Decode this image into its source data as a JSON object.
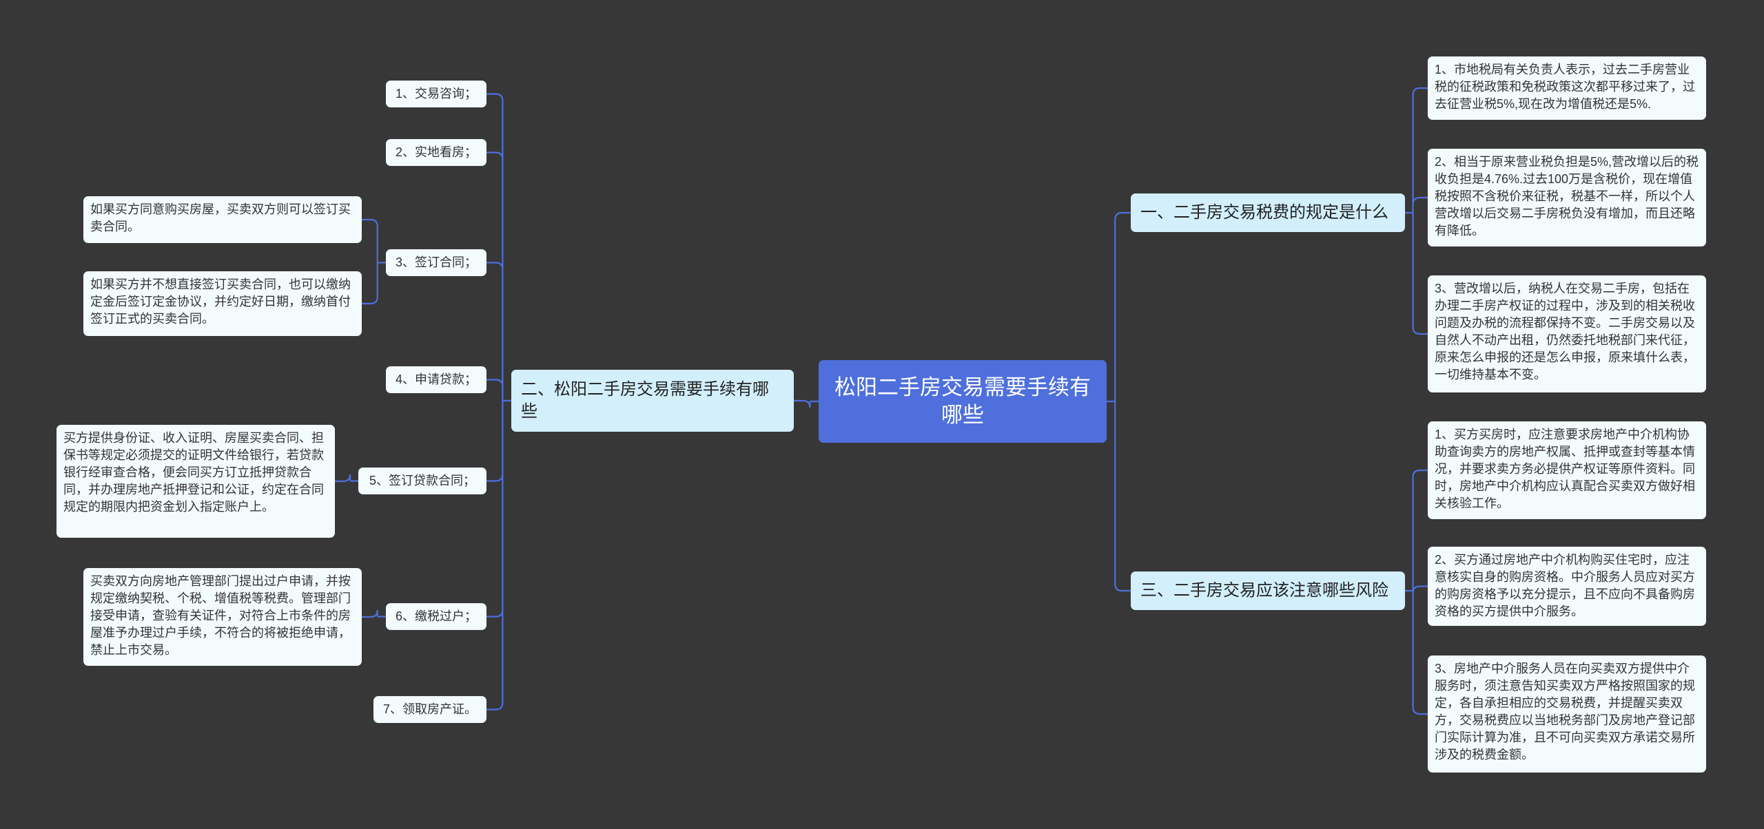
{
  "root": {
    "title": "松阳二手房交易需要手续有哪些"
  },
  "branch1": {
    "title": "一、二手房交易税费的规定是什么",
    "items": [
      "1、市地税局有关负责人表示，过去二手房营业税的征税政策和免税政策这次都平移过来了，过去征营业税5%,现在改为增值税还是5%.",
      "2、相当于原来营业税负担是5%,营改增以后的税收负担是4.76%.过去100万是含税价，现在增值税按照不含税价来征税，税基不一样，所以个人营改增以后交易二手房税负没有增加，而且还略有降低。",
      "3、营改增以后，纳税人在交易二手房，包括在办理二手房产权证的过程中，涉及到的相关税收问题及办税的流程都保持不变。二手房交易以及自然人不动产出租，仍然委托地税部门来代征，原来怎么申报的还是怎么申报，原来填什么表，一切维持基本不变。"
    ]
  },
  "branch3": {
    "title": "三、二手房交易应该注意哪些风险",
    "items": [
      "1、买方买房时，应注意要求房地产中介机构协助查询卖方的房地产权属、抵押或查封等基本情况，并要求卖方务必提供产权证等原件资料。同时，房地产中介机构应认真配合买卖双方做好相关核验工作。",
      "2、买方通过房地产中介机构购买住宅时，应注意核实自身的购房资格。中介服务人员应对买方的购房资格予以充分提示，且不应向不具备购房资格的买方提供中介服务。",
      "3、房地产中介服务人员在向买卖双方提供中介服务时，须注意告知买卖双方严格按照国家的规定，各自承担相应的交易税费，并提醒买卖双方，交易税费应以当地税务部门及房地产登记部门实际计算为准，且不可向买卖双方承诺交易所涉及的税费金额。"
    ]
  },
  "branch2": {
    "title": "二、松阳二手房交易需要手续有哪些",
    "steps": [
      {
        "label": "1、交易咨询；"
      },
      {
        "label": "2、实地看房；"
      },
      {
        "label": "3、签订合同；",
        "details": [
          "如果买方同意购买房屋，买卖双方则可以签订买卖合同。",
          "如果买方并不想直接签订买卖合同，也可以缴纳定金后签订定金协议，并约定好日期，缴纳首付签订正式的买卖合同。"
        ]
      },
      {
        "label": "4、申请贷款；"
      },
      {
        "label": "5、签订贷款合同；",
        "details": [
          "买方提供身份证、收入证明、房屋买卖合同、担保书等规定必须提交的证明文件给银行，若贷款银行经审查合格，便会同买方订立抵押贷款合同，并办理房地产抵押登记和公证，约定在合同规定的期限内把资金划入指定账户上。"
        ]
      },
      {
        "label": "6、缴税过户；",
        "details": [
          "买卖双方向房地产管理部门提出过户申请，并按规定缴纳契税、个税、增值税等税费。管理部门接受申请，查验有关证件，对符合上市条件的房屋准予办理过户手续，不符合的将被拒绝申请，禁止上市交易。"
        ]
      },
      {
        "label": "7、领取房产证。"
      }
    ]
  },
  "colors": {
    "line": "#4e6fdc",
    "background": "#373738",
    "root": "#4e6fdc",
    "main": "#d2effb",
    "leaf": "#f3fbfd"
  }
}
